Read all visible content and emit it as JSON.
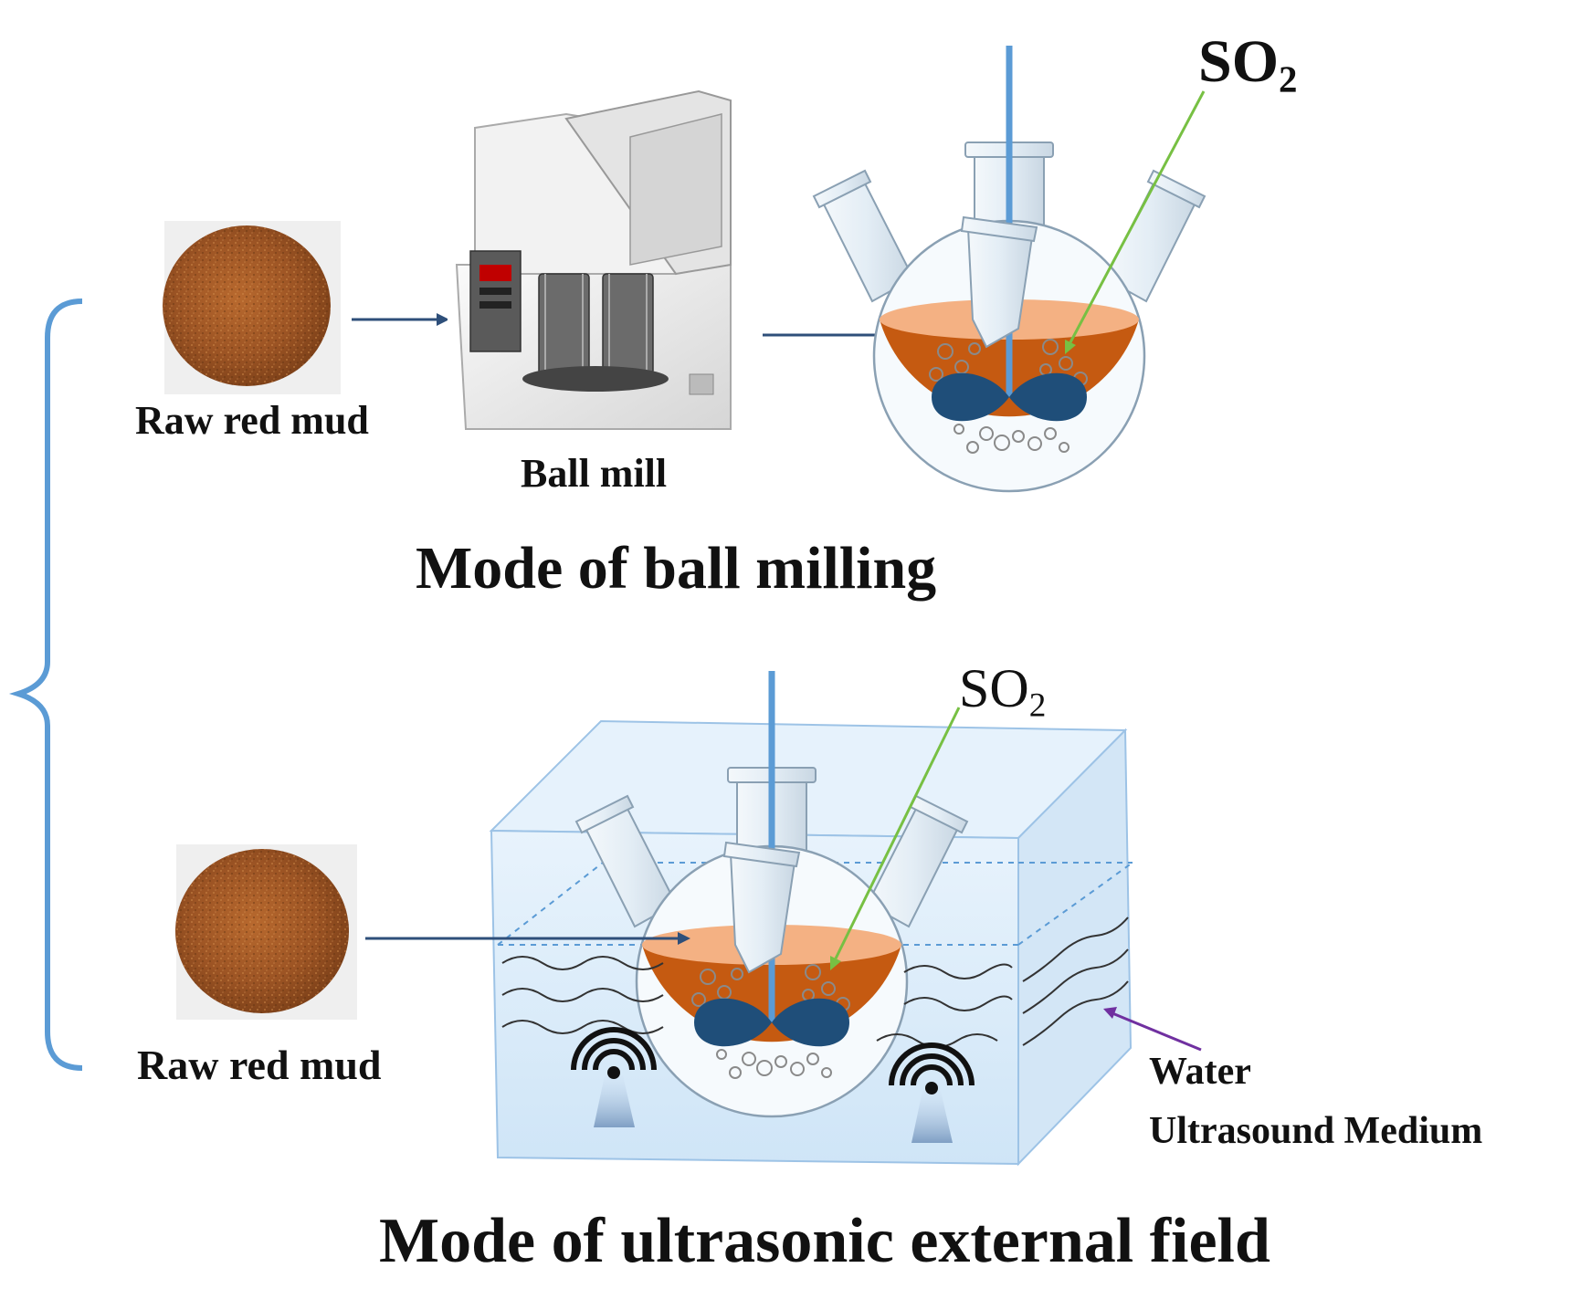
{
  "top": {
    "raw_label": "Raw red mud",
    "mill_label": "Ball mill",
    "gas_formula": "SO",
    "gas_subscript": "2",
    "caption": "Mode of ball milling"
  },
  "bottom": {
    "raw_label": "Raw red mud",
    "gas_formula": "SO",
    "gas_subscript": "2",
    "medium_label_line1": "Water",
    "medium_label_line2": "Ultrasound Medium",
    "caption": "Mode of ultrasonic external field"
  },
  "colors": {
    "bracket": "#5b9bd5",
    "arrow": "#2e4f7a",
    "gas_arrow": "#77c043",
    "medium_arrow": "#7030a0",
    "slurry": "#c55a11",
    "slurry_top": "#f4b183",
    "impeller": "#1f4e79",
    "stir_rod": "#5b9bd5",
    "tank": "#dcecfa",
    "tank_edge": "#9dc3e6"
  }
}
